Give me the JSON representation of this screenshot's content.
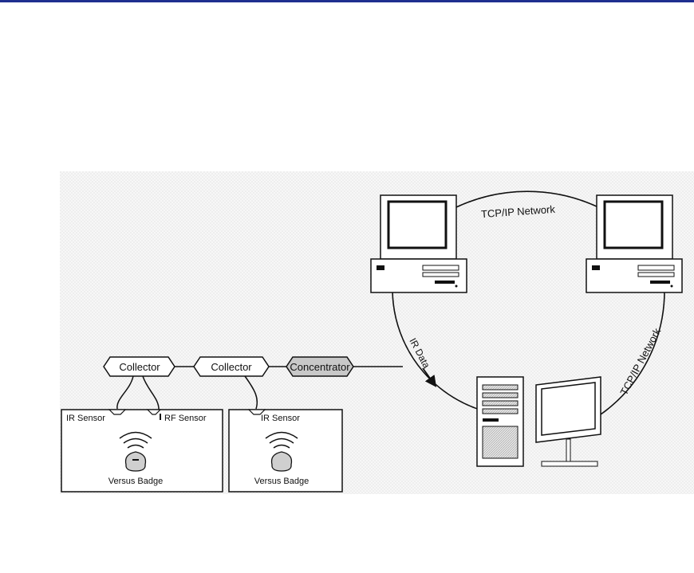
{
  "diagram": {
    "collectors": [
      "Collector",
      "Collector"
    ],
    "concentrator": "Concentrator",
    "room1": {
      "ir_sensor": "IR Sensor",
      "rf_sensor": "RF Sensor",
      "badge": "Versus Badge"
    },
    "room2": {
      "ir_sensor": "IR Sensor",
      "badge": "Versus Badge"
    },
    "ir_data": "IR Data",
    "network_top": "TCP/IP Network",
    "network_right": "TCP/IP Network"
  },
  "colors": {
    "rule": "#1f2f8f",
    "line": "#111111",
    "concentrator_fill": "#c8c8c8"
  }
}
